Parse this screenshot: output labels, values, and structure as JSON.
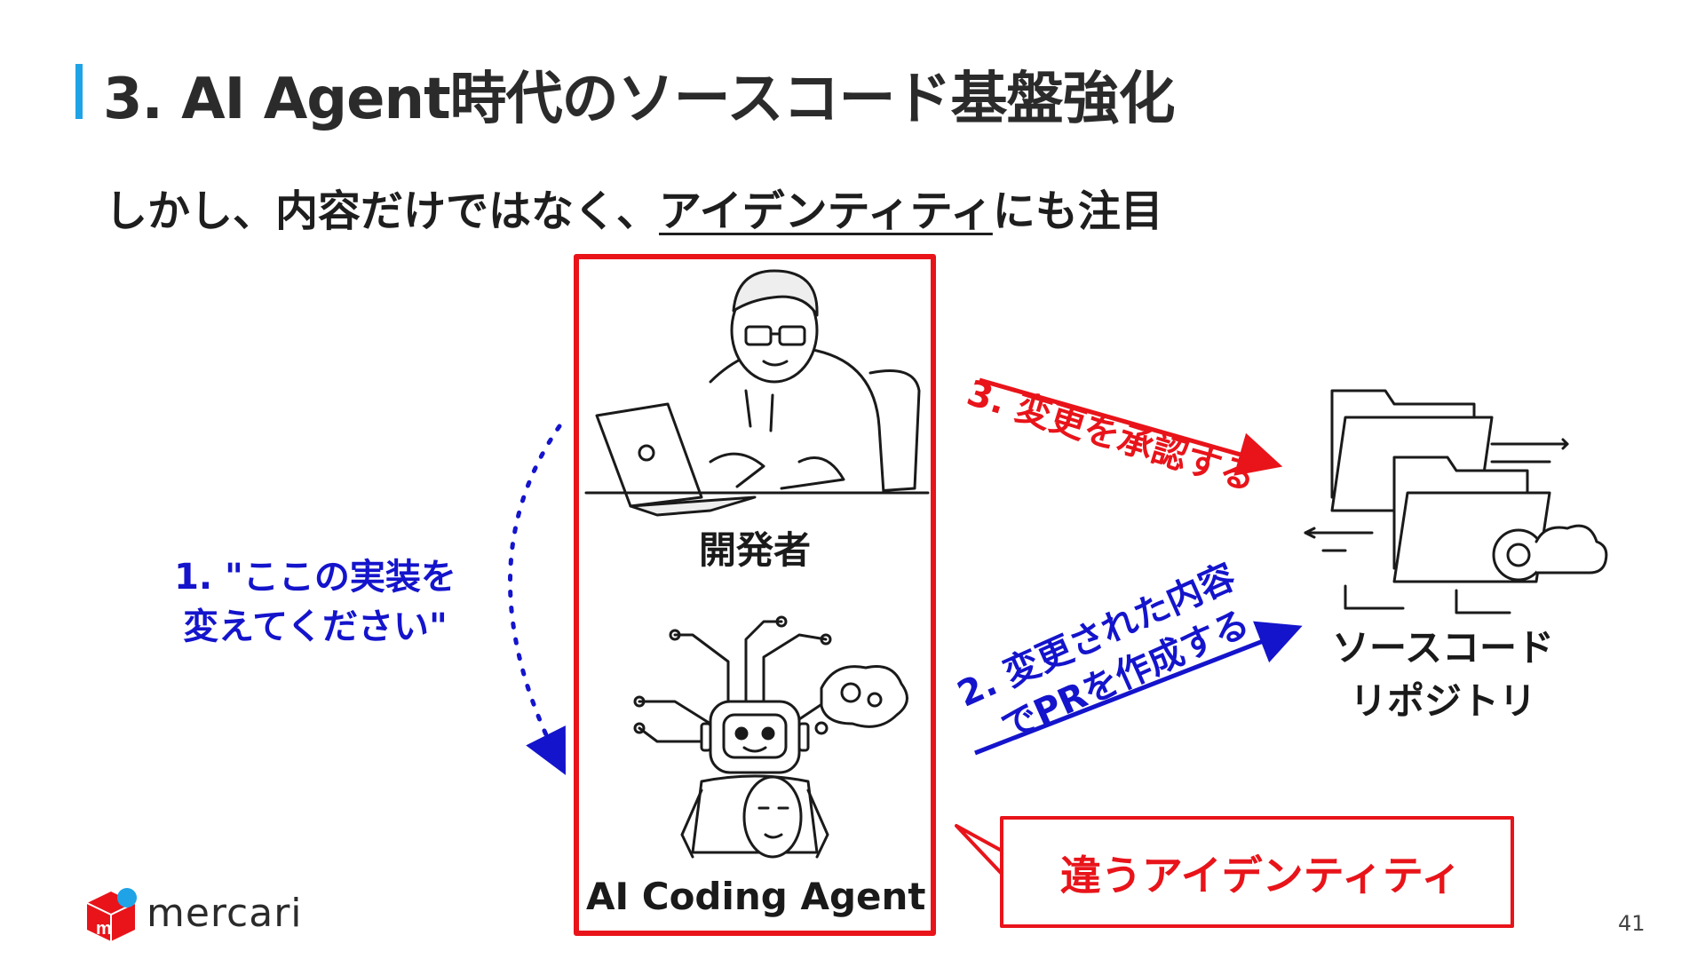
{
  "slide": {
    "title": "3. AI Agent時代のソースコード基盤強化",
    "subtitle_prefix": "しかし、内容だけではなく、",
    "subtitle_emphasis": "アイデンティティ",
    "subtitle_suffix": "にも注目",
    "page_number": "41"
  },
  "diagram": {
    "developer_label": "開発者",
    "agent_label": "AI Coding Agent",
    "request_line1": "1. \"ここの実装を",
    "request_line2": "変えてください\"",
    "pr_line1": "2. 変更された内容",
    "pr_line2": "でPRを作成する",
    "approve_label": "3. 変更を承認する",
    "repo_line1": "ソースコード",
    "repo_line2": "リポジトリ",
    "callout": "違うアイデンティティ"
  },
  "brand": {
    "logo_text": "mercari"
  },
  "colors": {
    "accent_blue": "#1fa3e6",
    "red": "#e8141a",
    "blue": "#1414cc"
  },
  "icons": [
    "developer-illustration",
    "robot-illustration",
    "repository-icon",
    "mercari-logo-icon"
  ]
}
